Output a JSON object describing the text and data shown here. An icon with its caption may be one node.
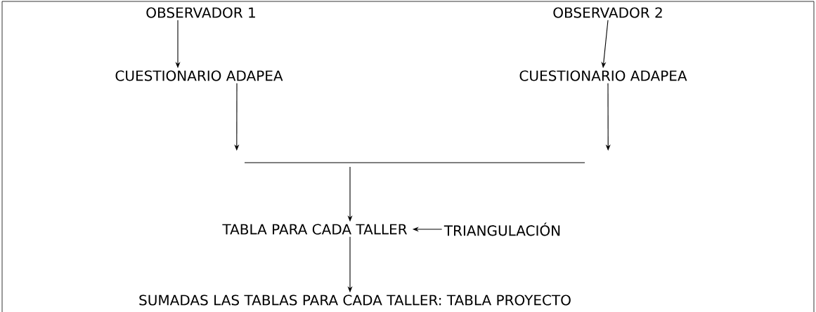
{
  "diagram": {
    "nodes": [
      {
        "text": [
          "OBSERVADOR 1"
        ]
      },
      {
        "text": [
          "OBSERVADOR 2"
        ]
      },
      {
        "text": [
          "CUESTIONARIO ADAPEA"
        ]
      },
      {
        "text": [
          "CUESTIONARIO ADAPEA"
        ]
      },
      {
        "text": [],
        "shape": "bar"
      },
      {
        "text": [
          "TABLA PARA CADA TALLER"
        ]
      },
      {
        "text": [
          "TRIANGULACIÓN"
        ]
      },
      {
        "text": [
          "SUMADAS LAS TABLAS PARA CADA TALLER: TABLA PROYECTO"
        ]
      }
    ],
    "edges": [
      {
        "from": 0,
        "to": 2,
        "arrow": "to"
      },
      {
        "from": 1,
        "to": 3,
        "arrow": "to"
      },
      {
        "from": 2,
        "to": 4,
        "arrow": "to"
      },
      {
        "from": 3,
        "to": 4,
        "arrow": "to"
      },
      {
        "from": 4,
        "to": 5,
        "arrow": "to"
      },
      {
        "from": 6,
        "to": 5,
        "arrow": "to"
      },
      {
        "from": 5,
        "to": 7,
        "arrow": "to"
      }
    ]
  }
}
